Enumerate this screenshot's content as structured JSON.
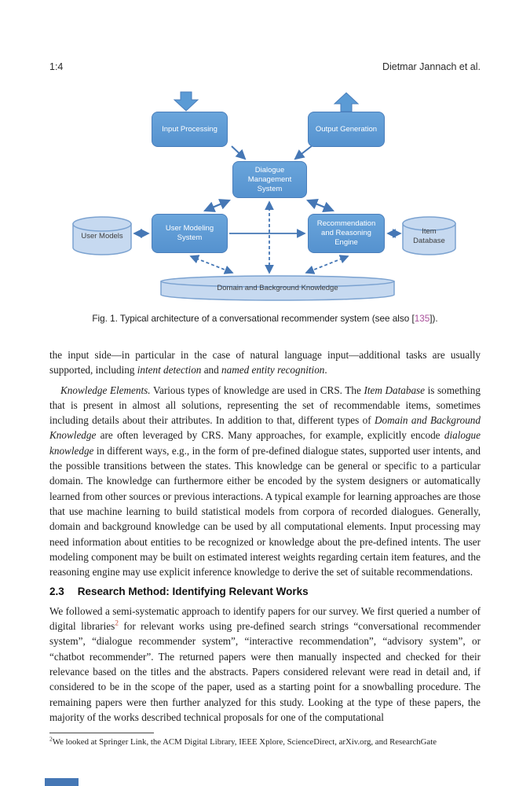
{
  "header": {
    "page_number": "1:4",
    "running_authors": "Dietmar Jannach et al."
  },
  "figure": {
    "nodes": {
      "input_processing": "Input Processing",
      "output_generation": "Output Generation",
      "dialogue_management": "Dialogue Management System",
      "user_models": "User Models",
      "user_modeling": "User Modeling System",
      "recommendation_engine": "Recommendation and Reasoning Engine",
      "item_database": "Item Database",
      "knowledge": "Domain and Background Knowledge"
    },
    "colors": {
      "box_fill": "#5b9bd5",
      "box_border": "#4a7ebb",
      "cylinder_fill": "#c6d9f0",
      "cylinder_border": "#7ba2d0",
      "arrow": "#4577b5",
      "box_text": "#ffffff",
      "cylinder_text": "#3f3f3f"
    },
    "caption": {
      "prefix": "Fig. 1. Typical architecture of a conversational recommender system (see also [",
      "citation": "135",
      "suffix": "])."
    }
  },
  "body": {
    "p1": {
      "runs": [
        {
          "text": "the input side—in particular in the case of natural language input—additional tasks are usually supported, including "
        },
        {
          "text": "intent detection"
        },
        {
          "text": " and "
        },
        {
          "text": "named entity recognition"
        },
        {
          "text": "."
        }
      ]
    },
    "p2": {
      "runs": [
        {
          "text": "Knowledge Elements."
        },
        {
          "text": " Various types of knowledge are used in CRS. The "
        },
        {
          "text": "Item Database"
        },
        {
          "text": " is something that is present in almost all solutions, representing the set of recommendable items, sometimes including details about their attributes. In addition to that, different types of "
        },
        {
          "text": "Domain and Background Knowledge"
        },
        {
          "text": " are often leveraged by CRS. Many approaches, for example, explicitly encode "
        },
        {
          "text": "dialogue knowledge"
        },
        {
          "text": " in different ways, e.g., in the form of pre-defined dialogue states, supported user intents, and the possible transitions between the states. This knowledge can be general or specific to a particular domain. The knowledge can furthermore either be encoded by the system designers or automatically learned from other sources or previous interactions. A typical example for learning approaches are those that use machine learning to build statistical models from corpora of recorded dialogues. Generally, domain and background knowledge can be used by all computational elements. Input processing may need information about entities to be recognized or knowledge about the pre-defined intents. The user modeling component may be built on estimated interest weights regarding certain item features, and the reasoning engine may use explicit inference knowledge to derive the set of suitable recommendations."
        }
      ]
    },
    "section": {
      "number": "2.3",
      "title": "Research Method: Identifying Relevant Works"
    },
    "p3": {
      "runs": [
        {
          "text": "We followed a semi-systematic approach to identify papers for our survey. We first queried a number of digital libraries"
        },
        {
          "text": "2"
        },
        {
          "text": " for relevant works using pre-defined search strings “conversational recommender system”, “dialogue recommender system”, “interactive recommendation”, “advisory system”, or “chatbot recommender”. The returned papers were then manually inspected and checked for their relevance based on the titles and the abstracts. Papers considered relevant were read in detail and, if considered to be in the scope of the paper, used as a starting point for a snowballing procedure. The remaining papers were then further analyzed for this study. Looking at the type of these papers, the majority of the works described technical proposals for one of the computational"
        }
      ]
    },
    "footnote": {
      "marker": "2",
      "text": "We looked at Springer Link, the ACM Digital Library, IEEE Xplore, ScienceDirect, arXiv.org, and ResearchGate"
    }
  }
}
